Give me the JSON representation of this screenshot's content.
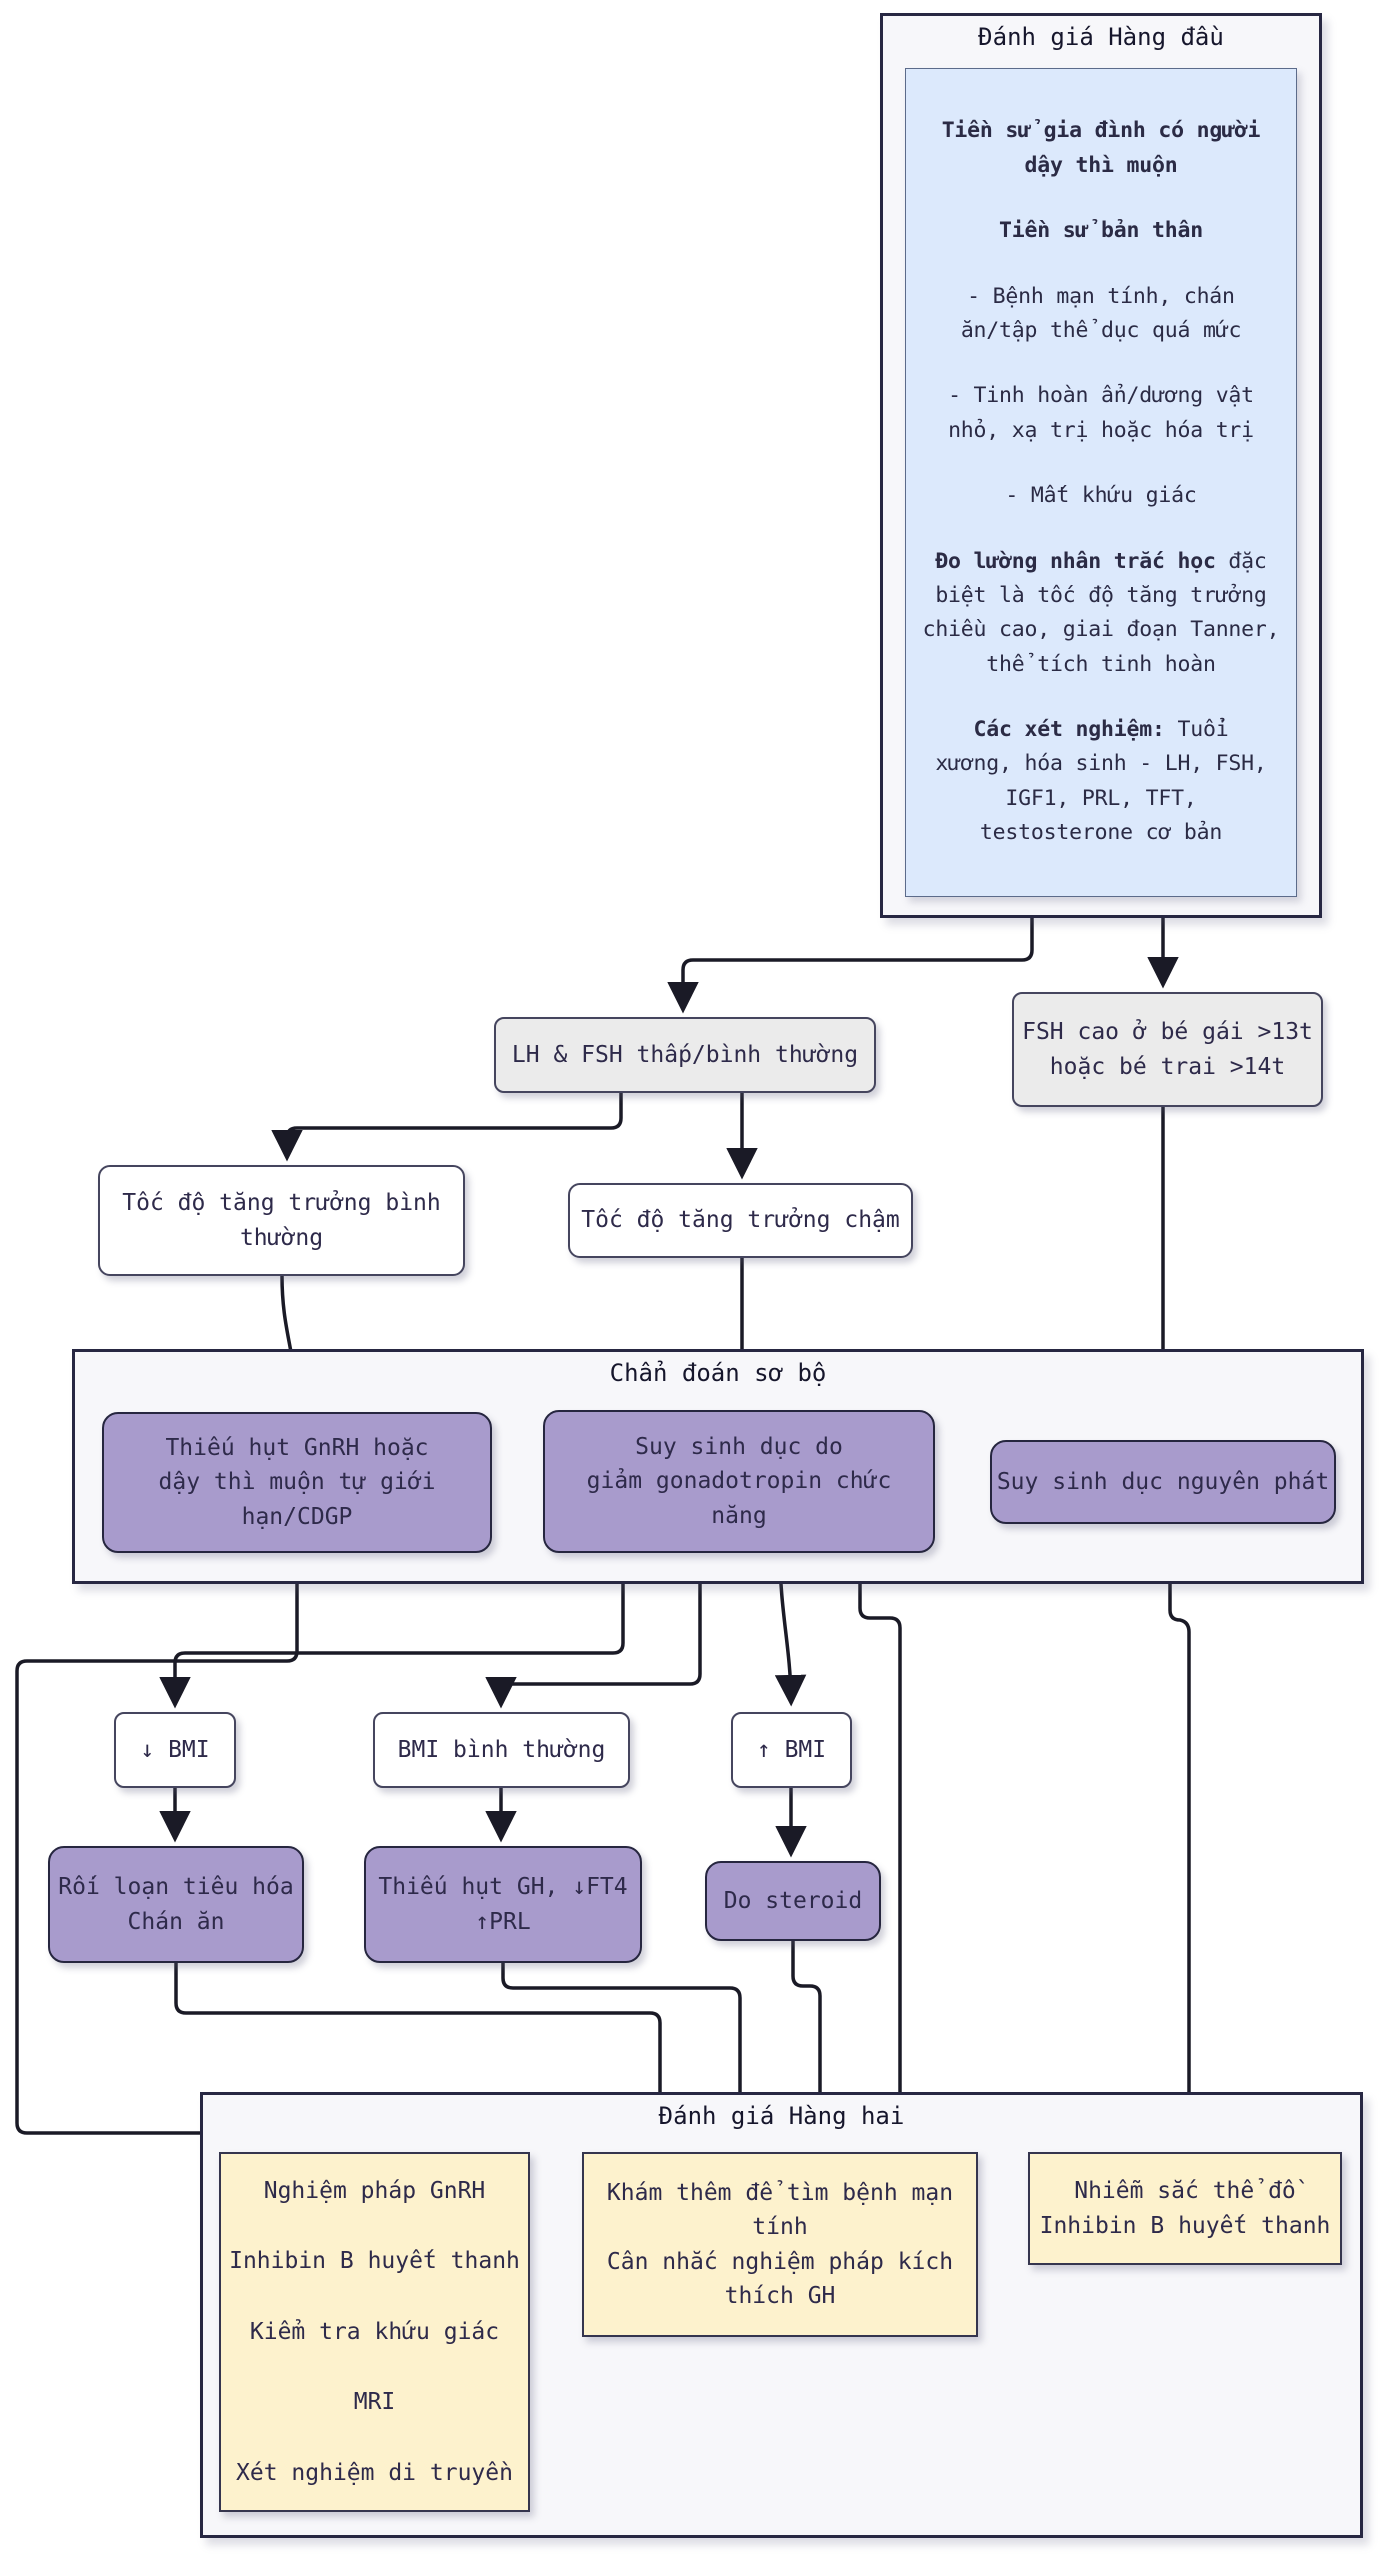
{
  "tier1": {
    "title": "Đánh giá Hàng đầu",
    "info_lines": [
      {
        "b": "Tiền sử gia đình có người",
        "t": ""
      },
      {
        "b": "dậy thì muộn",
        "t": ""
      },
      {
        "b": "Tiền sử bản thân",
        "t": ""
      },
      {
        "b": "",
        "t": "- Bệnh mạn tính, chán"
      },
      {
        "b": "",
        "t": "ăn/tập thể dục quá mức"
      },
      {
        "b": "",
        "t": "- Tinh hoàn ẩn/dương vật"
      },
      {
        "b": "",
        "t": "nhỏ, xạ trị hoặc hóa trị"
      },
      {
        "b": "",
        "t": "- Mất khứu giác"
      },
      {
        "b": "Đo lường nhân trắc học",
        "t": " đặc"
      },
      {
        "b": "",
        "t": "biệt là tốc độ tăng trưởng"
      },
      {
        "b": "",
        "t": "chiều cao, giai đoạn Tanner,"
      },
      {
        "b": "",
        "t": "thể tích tinh hoàn"
      },
      {
        "b": "Các xét nghiệm:",
        "t": " Tuổi"
      },
      {
        "b": "",
        "t": "xương, hóa sinh - LH, FSH,"
      },
      {
        "b": "",
        "t": "IGF1, PRL, TFT,"
      },
      {
        "b": "",
        "t": "testosterone cơ bản"
      }
    ]
  },
  "tier2": {
    "title": "Chẩn đoán sơ bộ"
  },
  "tier3": {
    "title": "Đánh giá Hàng hai"
  },
  "nodes": {
    "lh_fsh": {
      "lines": [
        "LH & FSH thấp/bình thường"
      ]
    },
    "fsh_high": {
      "lines": [
        "FSH cao ở bé gái >13t",
        "hoặc bé trai >14t"
      ]
    },
    "growth_normal": {
      "lines": [
        "Tốc độ tăng trưởng bình",
        "thường"
      ]
    },
    "growth_slow": {
      "lines": [
        "Tốc độ tăng trưởng chậm"
      ]
    },
    "cdgp": {
      "lines": [
        "Thiếu hụt GnRH hoặc",
        "dậy thì muộn tự giới",
        "hạn/CDGP"
      ]
    },
    "functional": {
      "lines": [
        "Suy sinh dục do",
        "giảm gonadotropin chức",
        "năng"
      ]
    },
    "primary": {
      "lines": [
        "Suy sinh dục nguyên phát"
      ]
    },
    "bmi_low": {
      "lines": [
        "↓ BMI"
      ]
    },
    "bmi_normal": {
      "lines": [
        "BMI bình thường"
      ]
    },
    "bmi_high": {
      "lines": [
        "↑ BMI"
      ]
    },
    "dx_gi": {
      "lines": [
        "Rối loạn tiêu hóa",
        "Chán ăn"
      ]
    },
    "dx_gh": {
      "lines": [
        "Thiếu hụt GH, ↓FT4",
        "↑PRL"
      ]
    },
    "dx_steroid": {
      "lines": [
        "Do steroid"
      ]
    },
    "tests_gnrh": {
      "lines": [
        "Nghiệm pháp GnRH",
        "Inhibin B huyết thanh",
        "Kiểm tra khứu giác",
        "MRI",
        "Xét nghiệm di truyền"
      ]
    },
    "tests_chronic": {
      "lines": [
        "Khám thêm để tìm bệnh mạn",
        "tính",
        "Cân nhắc nghiệm pháp kích",
        "thích GH"
      ]
    },
    "tests_karyotype": {
      "lines": [
        "Nhiễm sắc thể đồ",
        "Inhibin B huyết thanh"
      ]
    }
  },
  "palette": {
    "edge": "#1a1a26",
    "container_border": "#272742",
    "container_fill": "#f7f7fa",
    "node_purple": "#a89bcc",
    "node_gray": "#ebebeb",
    "node_yellow": "#fdf2cd",
    "node_blue": "#dce9fc",
    "text": "#2b2b45"
  }
}
